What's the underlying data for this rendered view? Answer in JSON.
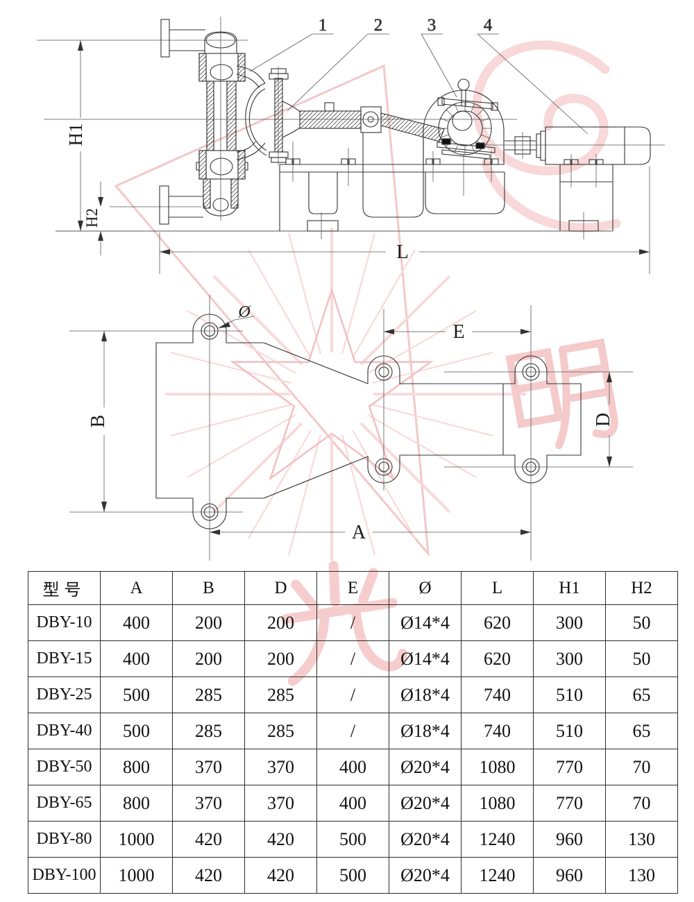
{
  "side_view": {
    "callouts": [
      "1",
      "2",
      "3",
      "4"
    ],
    "dim_h1": "H1",
    "dim_h2": "H2",
    "dim_l": "L"
  },
  "top_view": {
    "dim_b": "B",
    "dim_a": "A",
    "dim_d": "D",
    "dim_e": "E",
    "dim_dia": "Ø"
  },
  "watermark": {
    "characters": "光明",
    "color": "#f5caca"
  },
  "table": {
    "headers": [
      "型号",
      "A",
      "B",
      "D",
      "E",
      "Ø",
      "L",
      "H1",
      "H2"
    ],
    "rows": [
      [
        "DBY-10",
        "400",
        "200",
        "200",
        "/",
        "Ø14*4",
        "620",
        "300",
        "50"
      ],
      [
        "DBY-15",
        "400",
        "200",
        "200",
        "/",
        "Ø14*4",
        "620",
        "300",
        "50"
      ],
      [
        "DBY-25",
        "500",
        "285",
        "285",
        "/",
        "Ø18*4",
        "740",
        "510",
        "65"
      ],
      [
        "DBY-40",
        "500",
        "285",
        "285",
        "/",
        "Ø18*4",
        "740",
        "510",
        "65"
      ],
      [
        "DBY-50",
        "800",
        "370",
        "370",
        "400",
        "Ø20*4",
        "1080",
        "770",
        "70"
      ],
      [
        "DBY-65",
        "800",
        "370",
        "370",
        "400",
        "Ø20*4",
        "1080",
        "770",
        "70"
      ],
      [
        "DBY-80",
        "1000",
        "420",
        "420",
        "500",
        "Ø20*4",
        "1240",
        "960",
        "130"
      ],
      [
        "DBY-100",
        "1000",
        "420",
        "420",
        "500",
        "Ø20*4",
        "1240",
        "960",
        "130"
      ]
    ]
  }
}
